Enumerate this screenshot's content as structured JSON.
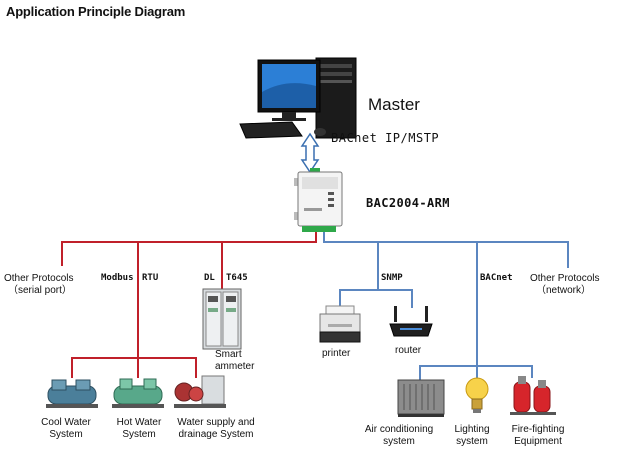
{
  "title": "Application Principle Diagram",
  "master": {
    "label": "Master",
    "protocol": "BACnet IP/MSTP",
    "icon": "desktop-computer-icon"
  },
  "gateway": {
    "name": "BAC2004-ARM",
    "icon": "gateway-device-icon"
  },
  "serial_side": {
    "other_protocols": [
      "Other Protocols",
      "（serial port）"
    ],
    "modbus_label_1": "Modbus",
    "modbus_label_2": "RTU",
    "dl_label_1": "DL",
    "dl_label_2": "T645",
    "ammeter": [
      "Smart",
      "ammeter"
    ],
    "systems": [
      {
        "lines": [
          "Cool Water",
          "System"
        ],
        "icon": "chiller-icon"
      },
      {
        "lines": [
          "Hot Water",
          "System"
        ],
        "icon": "boiler-icon"
      },
      {
        "lines": [
          "Water supply and",
          "drainage System"
        ],
        "icon": "pump-icon"
      }
    ]
  },
  "network_side": {
    "snmp_label": "SNMP",
    "bacnet_label": "BACnet",
    "other_protocols": [
      "Other Protocols",
      "（network）"
    ],
    "printer": "printer",
    "router": "router",
    "systems": [
      {
        "lines": [
          "Air conditioning",
          "system"
        ],
        "icon": "air-handler-icon"
      },
      {
        "lines": [
          "Lighting",
          "system"
        ],
        "icon": "light-bulb-icon"
      },
      {
        "lines": [
          "Fire-fighting",
          "Equipment"
        ],
        "icon": "fire-extinguisher-icon"
      }
    ]
  },
  "colors": {
    "serial_line": "#c0202a",
    "network_line": "#5b86c0",
    "gateway_link": "#3a6fb0"
  }
}
